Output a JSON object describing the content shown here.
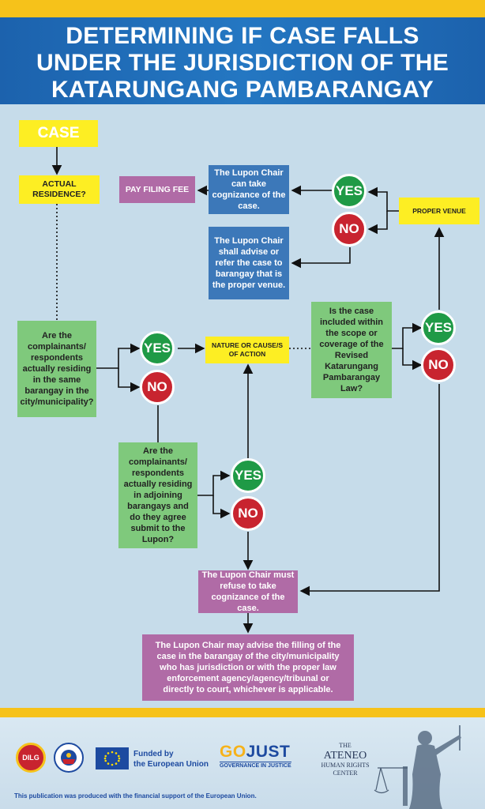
{
  "header": {
    "title_lines": [
      "DETERMINING IF CASE FALLS",
      "UNDER THE JURISDICTION OF THE",
      "KATARUNGANG PAMBARANGAY"
    ]
  },
  "flow": {
    "case": "CASE",
    "actual_residence": [
      "ACTUAL",
      "RESIDENCE?"
    ],
    "same_barangay_q": "Are the complainants/ respondents actually residing in the same barangay in the city/municipality?",
    "adjoining_q": "Are the complainants/ respondents actually residing in adjoining barangays and do they agree submit to the Lupon?",
    "nature": "NATURE OR CAUSE/S OF ACTION",
    "scope_q": "Is the case included within the scope or coverage of the Revised Katarungang Pambarangay Law?",
    "proper_venue": "PROPER VENUE",
    "take_cognizance": "The Lupon Chair can take cognizance of the case.",
    "advise_refer": "The Lupon Chair shall advise or refer the case to barangay that is the proper venue.",
    "pay_fee": "PAY FILING FEE",
    "refuse": "The Lupon Chair must refuse to take cognizance of the case.",
    "may_advise": "The Lupon Chair may advise the filling of the case in the barangay of the city/municipality who has jurisdiction or with the proper law enforcement agency/agency/tribunal or directly to court, whichever is applicable.",
    "yes": "YES",
    "no": "NO"
  },
  "footer": {
    "dilg_logo": "DILG",
    "eu_funded": [
      "Funded by",
      "the European Union"
    ],
    "gojust_go": "GO",
    "gojust_just": "JUST",
    "gojust_tag": "GOVERNANCE IN JUSTICE",
    "ateneo": [
      "THE",
      "ATENEO",
      "HUMAN RIGHTS",
      "CENTER"
    ],
    "disclaimer": "This publication was produced with the financial support of the European Union."
  },
  "colors": {
    "header_blue": "#2477c2",
    "accent_yellow": "#f6c21a",
    "yes_green": "#1f9a46",
    "no_red": "#c8242f",
    "question_green": "#7fc97c",
    "lupon_blue": "#3c78b9",
    "action_pink": "#b06ba6"
  }
}
